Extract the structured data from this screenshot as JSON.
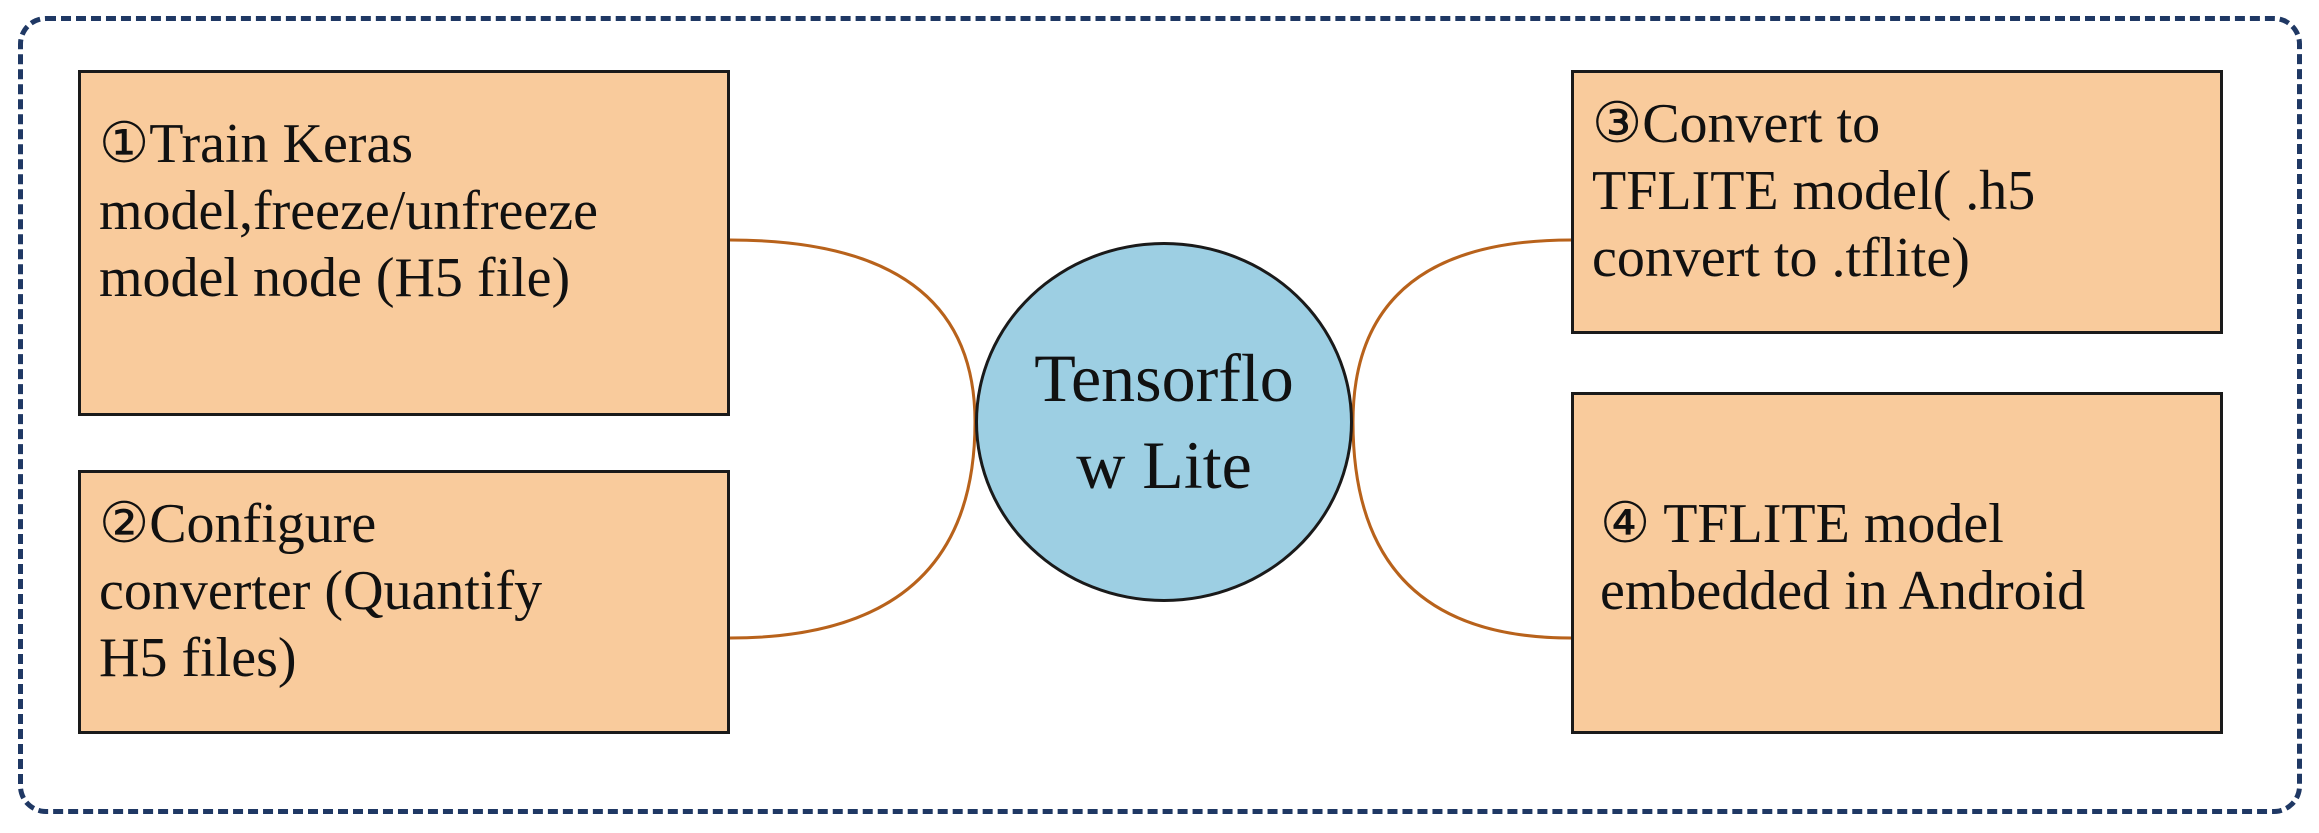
{
  "center": {
    "label": "Tensorflow Lite",
    "fill_color": "#9dcfe3"
  },
  "steps": [
    {
      "label": "①Train Keras\nmodel,freeze/unfreeze\nmodel node (H5 file)"
    },
    {
      "label": "②Configure\nconverter (Quantify\nH5 files)"
    },
    {
      "label": "③Convert to\nTFLITE model( .h5\nconvert to .tflite)"
    },
    {
      "label": "④ TFLITE model\nembedded in Android"
    }
  ],
  "colors": {
    "box_fill": "#f9cb9c",
    "connector": "#b8621b",
    "frame_border": "#1f3864"
  }
}
